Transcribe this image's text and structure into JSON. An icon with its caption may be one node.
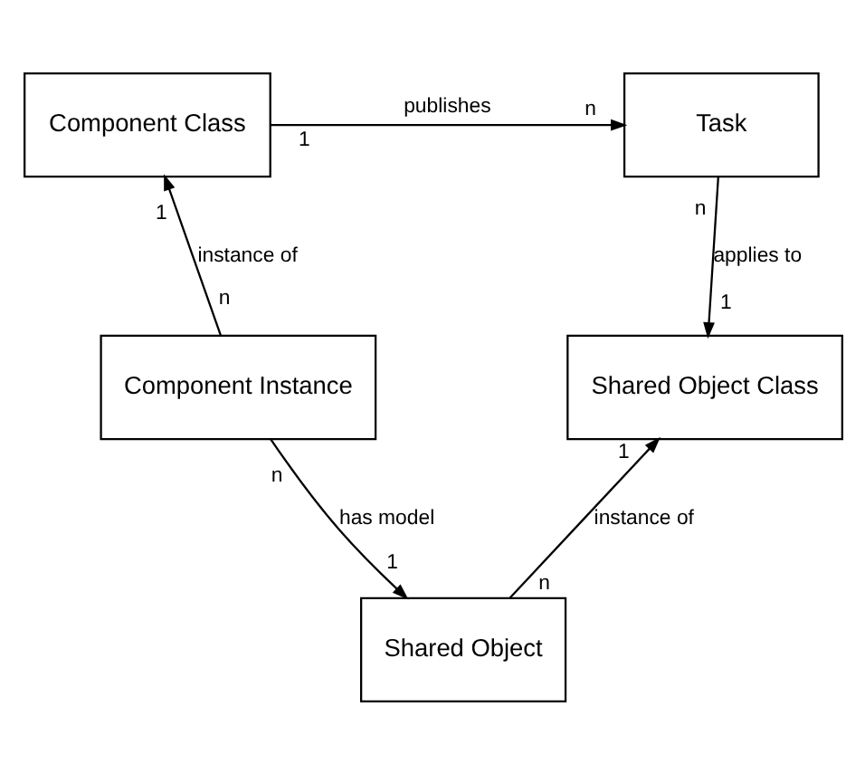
{
  "diagram": {
    "nodes": [
      {
        "text": [
          "Component Class"
        ]
      },
      {
        "text": [
          "Task"
        ]
      },
      {
        "text": [
          "Component Instance"
        ]
      },
      {
        "text": [
          "Shared Object Class"
        ]
      },
      {
        "text": [
          "Shared Object"
        ]
      }
    ],
    "edges": [
      {
        "from": 0,
        "to": 1,
        "arrow": "to",
        "label": "publishes"
      },
      {
        "from": 2,
        "to": 0,
        "arrow": "to",
        "label": "instance of"
      },
      {
        "from": 1,
        "to": 3,
        "arrow": "to",
        "label": "applies to"
      },
      {
        "from": 4,
        "to": 3,
        "arrow": "to",
        "label": "instance of"
      },
      {
        "from": 2,
        "to": 4,
        "arrow": "to",
        "label": "has model"
      }
    ],
    "labels": [
      "1",
      "n",
      "n",
      "1",
      "n",
      "1",
      "n",
      "1",
      "n",
      "1"
    ]
  }
}
